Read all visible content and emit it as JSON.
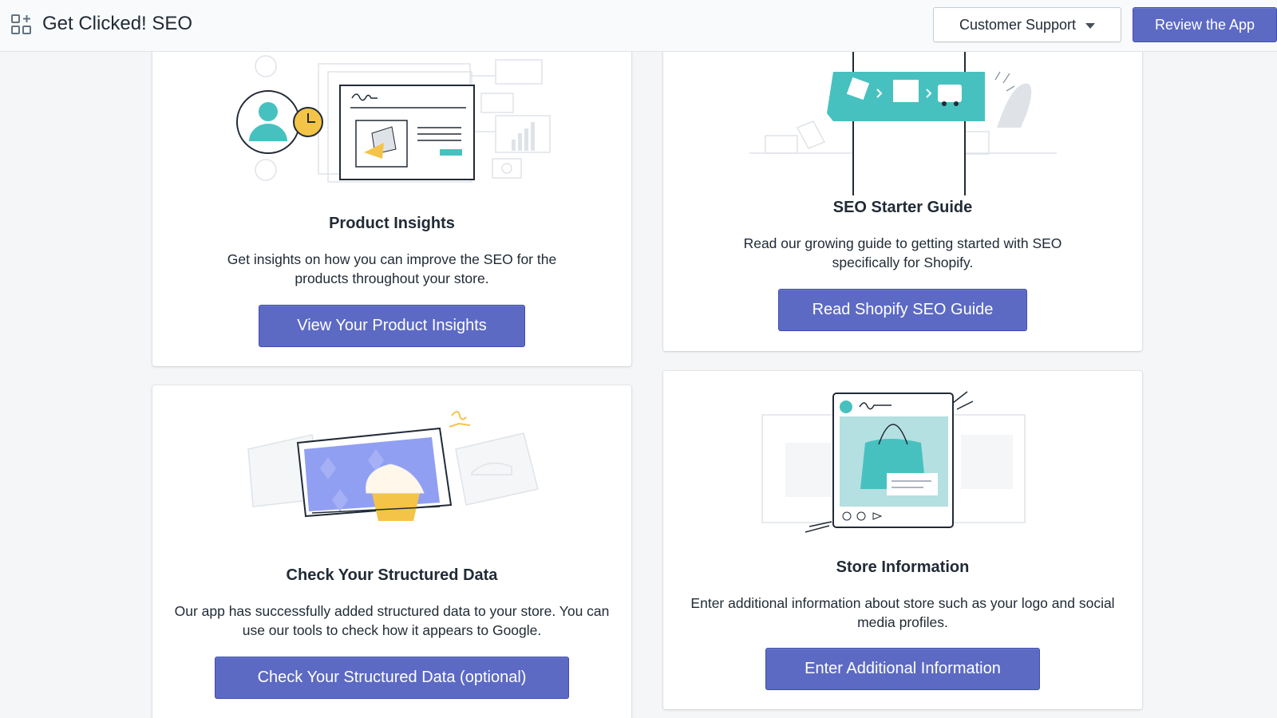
{
  "header": {
    "app_title": "Get Clicked! SEO",
    "app_icon": "apps-grid-icon",
    "support_label": "Customer Support",
    "review_label": "Review the App"
  },
  "colors": {
    "primary": "#5c6ac4",
    "teal": "#47c1bf",
    "yellow": "#f4c448",
    "background": "#f4f6f8"
  },
  "cards": [
    {
      "title": "Product Insights",
      "description": "Get insights on how you can improve the SEO for the products throughout your store.",
      "button_label": "View Your Product Insights",
      "illustration": "product-insights-illustration"
    },
    {
      "title": "SEO Starter Guide",
      "description": "Read our growing guide to getting started with SEO specifically for Shopify.",
      "button_label": "Read Shopify SEO Guide",
      "illustration": "seo-guide-illustration"
    },
    {
      "title": "Check Your Structured Data",
      "description": "Our app has successfully added structured data to your store. You can use our tools to check how it appears to Google.",
      "button_label": "Check Your Structured Data (optional)",
      "illustration": "structured-data-illustration"
    },
    {
      "title": "Store Information",
      "description": "Enter additional information about store such as your logo and social media profiles.",
      "button_label": "Enter Additional Information",
      "illustration": "store-information-illustration"
    }
  ]
}
